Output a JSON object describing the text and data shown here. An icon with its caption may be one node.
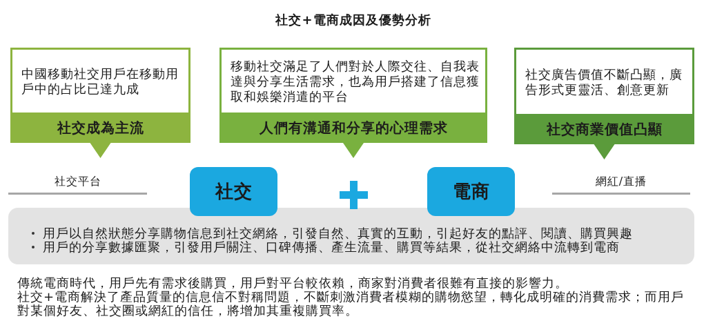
{
  "diagram": {
    "title": "社交+電商成因及優勢分析",
    "nodes": [
      {
        "text": [
          "中國移動社交用戶在移動用戶中的占比已達九成",
          "社交成為主流"
        ]
      },
      {
        "text": [
          "移動社交滿足了人們對於人際交往、自我表達與分享生活需求，也為用戶搭建了信息獲取和娛樂消遣的平台",
          "人們有溝通和分享的心理需求"
        ]
      },
      {
        "text": [
          "社交廣告價值不斷凸顯，廣告形式更靈活、創意更新",
          "社交商業價值凸顯"
        ]
      },
      {
        "text": [
          "社交"
        ]
      },
      {
        "text": [
          "電商"
        ]
      },
      {
        "text": [
          "用戶以自然狀態分享購物信息到社交網絡，引發自然、真實的互動，引起好友的點評、閱讀、購買興趣",
          "用戶的分享數據匯聚，引發用戶關注、口碑傳播、產生流量、購買等結果，從社交網絡中流轉到電商"
        ]
      }
    ],
    "labels": [
      "社交平台",
      "網紅/直播",
      "傳統電商時代，用戶先有需求後購買，用戶對平台較依賴，商家對消費者很難有直接的影響力。",
      "社交+電商解決了產品質量的信息信不對稱問題，不斷刺激消費者模糊的購物慾望，轉化成明確的消費需求；而用戶對某個好友、社交圈或網紅的信任，將增加其重複購買率。"
    ]
  }
}
